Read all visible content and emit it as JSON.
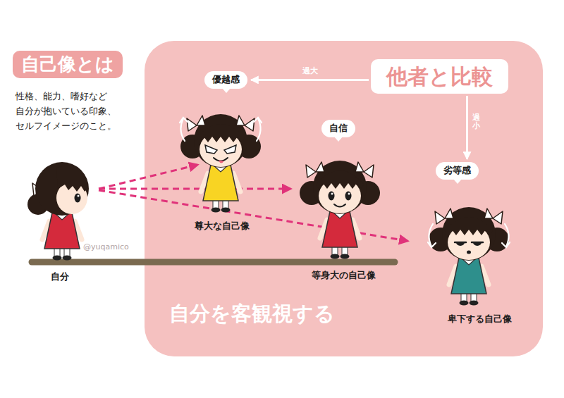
{
  "diagram": {
    "title": "自己像とは",
    "nodes": [
      {
        "text": [
          "自分を客観視する"
        ]
      },
      {
        "text": [
          "他者と比較"
        ],
        "in": 0
      },
      {
        "text": [
          "優越感"
        ],
        "in": 0
      },
      {
        "text": [
          "自信"
        ],
        "in": 0
      },
      {
        "text": [
          "劣等感"
        ],
        "in": 0
      }
    ],
    "edges": [
      {
        "from": 1,
        "to": 2,
        "label": "過大",
        "arrow": "to"
      },
      {
        "from": 1,
        "to": 4,
        "label": "過小",
        "arrow": "to"
      }
    ],
    "labels": [
      "性格、能力、嗜好など 自分が抱いている印象、 セルフイメージのこと。",
      "自分",
      "@yuqamico",
      "尊大な自己像",
      "等身大の自己像",
      "卑下する自己像"
    ]
  }
}
